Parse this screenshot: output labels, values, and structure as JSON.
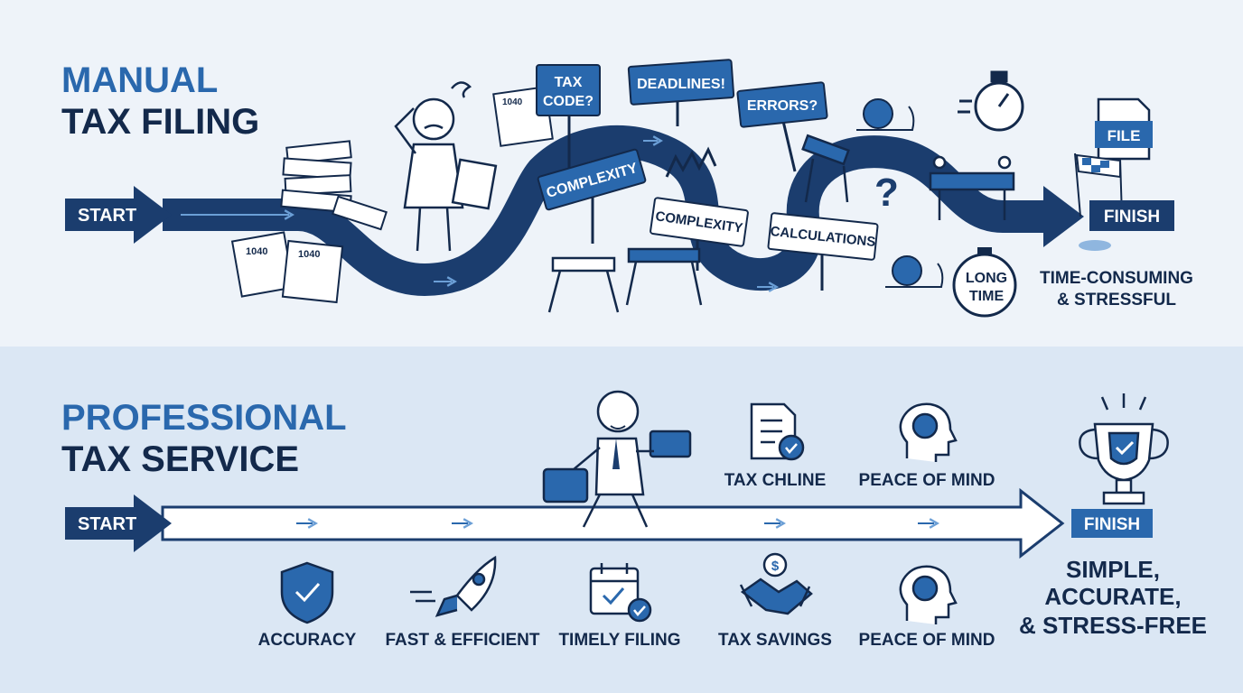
{
  "manual": {
    "title_line1": "MANUAL",
    "title_line2": "TAX FILING",
    "start_label": "START",
    "finish_label": "FINISH",
    "outcome_line1": "TIME-CONSUMING",
    "outcome_line2": "& STRESSFUL",
    "signs": {
      "tax_code_1": "TAX",
      "tax_code_2": "CODE?",
      "deadlines": "DEADLINES!",
      "errors": "ERRORS?",
      "complexity_a": "COMPLEXITY",
      "complexity_b": "COMPLEXITY",
      "calculations": "CALCULATIONS",
      "file": "FILE",
      "long_1": "LONG",
      "long_2": "TIME"
    },
    "form_number": "1040"
  },
  "professional": {
    "title_line1": "PROFESSIONAL",
    "title_line2": "TAX SERVICE",
    "start_label": "START",
    "finish_label": "FINISH",
    "outcome_line1": "SIMPLE,",
    "outcome_line2": "ACCURATE,",
    "outcome_line3": "& STRESS-FREE",
    "top_features": [
      "TAX CHLINE",
      "PEACE OF MIND"
    ],
    "bottom_features": [
      "ACCURACY",
      "FAST & EFFICIENT",
      "TIMELY FILING",
      "TAX SAVINGS",
      "PEACE OF MIND"
    ]
  },
  "colors": {
    "navy": "#13294b",
    "accent": "#2a68ad",
    "road": "#1b3d6e",
    "light_panel": "#eef3f9",
    "blue_panel": "#dbe7f4"
  }
}
